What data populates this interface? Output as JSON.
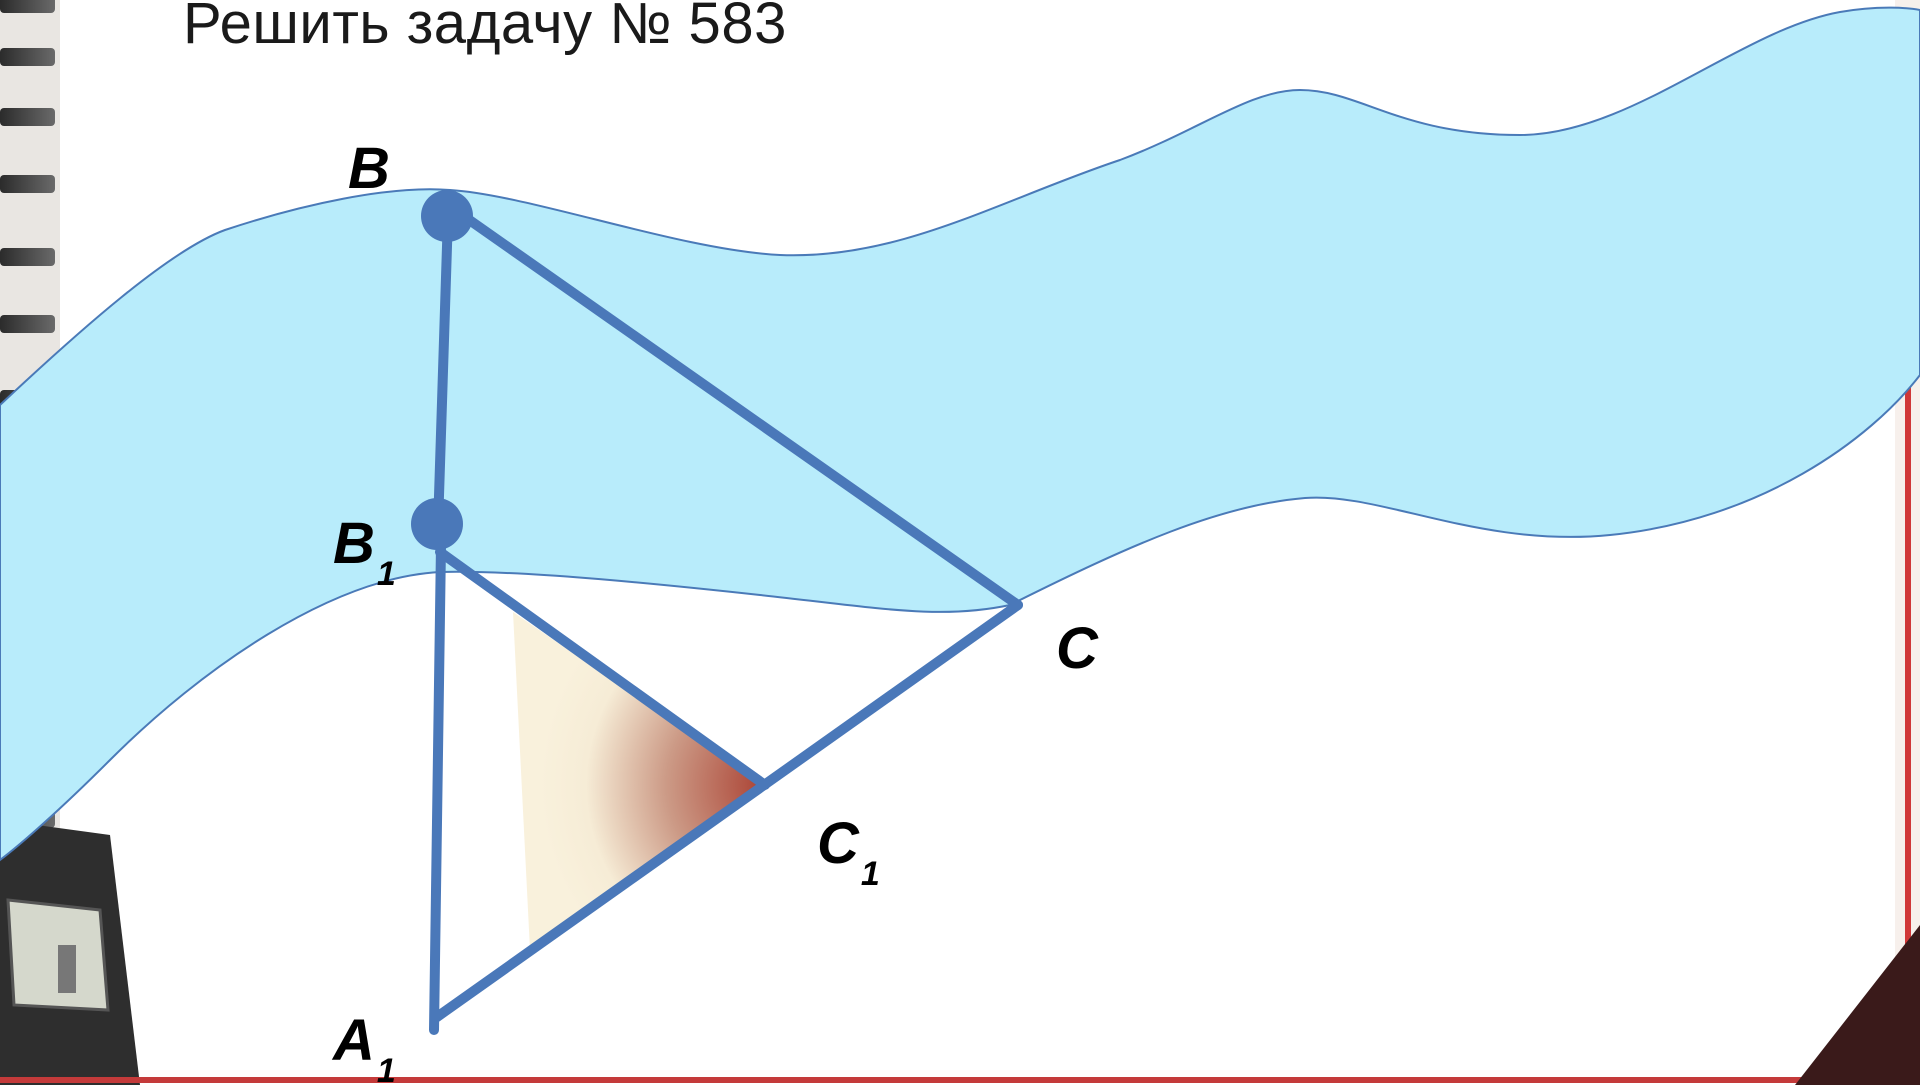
{
  "slide": {
    "title": "Решить задачу № 583"
  },
  "diagram": {
    "points": {
      "B": {
        "letter": "B",
        "subscript": ""
      },
      "B1": {
        "letter": "B",
        "subscript": "1"
      },
      "C": {
        "letter": "C",
        "subscript": ""
      },
      "C1": {
        "letter": "C",
        "subscript": "1"
      },
      "A1": {
        "letter": "A",
        "subscript": "1"
      }
    },
    "colors": {
      "river_fill": "#b8ecfb",
      "river_stroke": "#4a7ab8",
      "segment": "#4a78b9",
      "point": "#4a78b9",
      "angle_shade_light": "#f8f0d8",
      "angle_shade_dark": "#a93e30",
      "frame_bottom": "#c43a3a",
      "frame_right": "#d03838"
    }
  }
}
